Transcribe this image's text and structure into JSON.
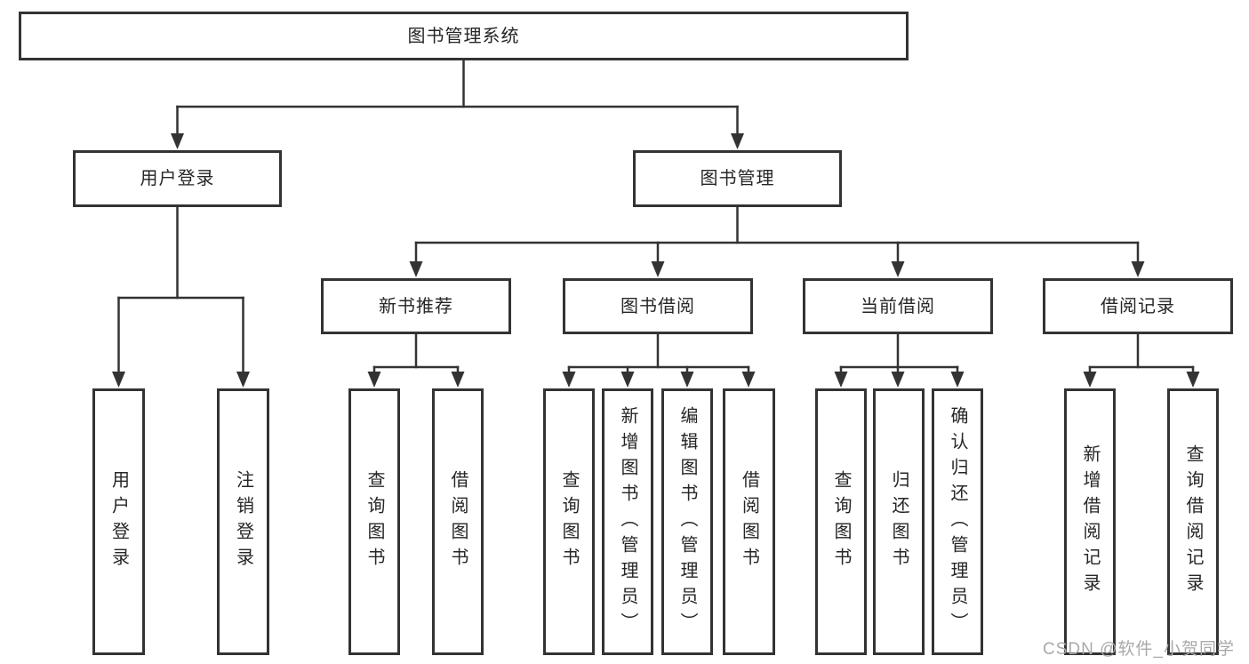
{
  "tree": {
    "root": {
      "label": "图书管理系统"
    },
    "level2": [
      {
        "label": "用户登录",
        "leaves": [
          "用户登录",
          "注销登录"
        ]
      },
      {
        "label": "图书管理",
        "children": [
          {
            "label": "新书推荐",
            "leaves": [
              "查询图书",
              "借阅图书"
            ]
          },
          {
            "label": "图书借阅",
            "leaves": [
              "查询图书",
              "新增图书（管理员）",
              "编辑图书（管理员）",
              "借阅图书"
            ]
          },
          {
            "label": "当前借阅",
            "leaves": [
              "查询图书",
              "归还图书",
              "确认归还（管理员）"
            ]
          },
          {
            "label": "借阅记录",
            "leaves": [
              "新增借阅记录",
              "查询借阅记录"
            ]
          }
        ]
      }
    ]
  },
  "watermark": {
    "text": "CSDN @软件_小贺同学"
  },
  "colors": {
    "line": "#333333",
    "box_background": "#ffffff",
    "text": "#262626",
    "watermark": "#a9a9a9"
  }
}
